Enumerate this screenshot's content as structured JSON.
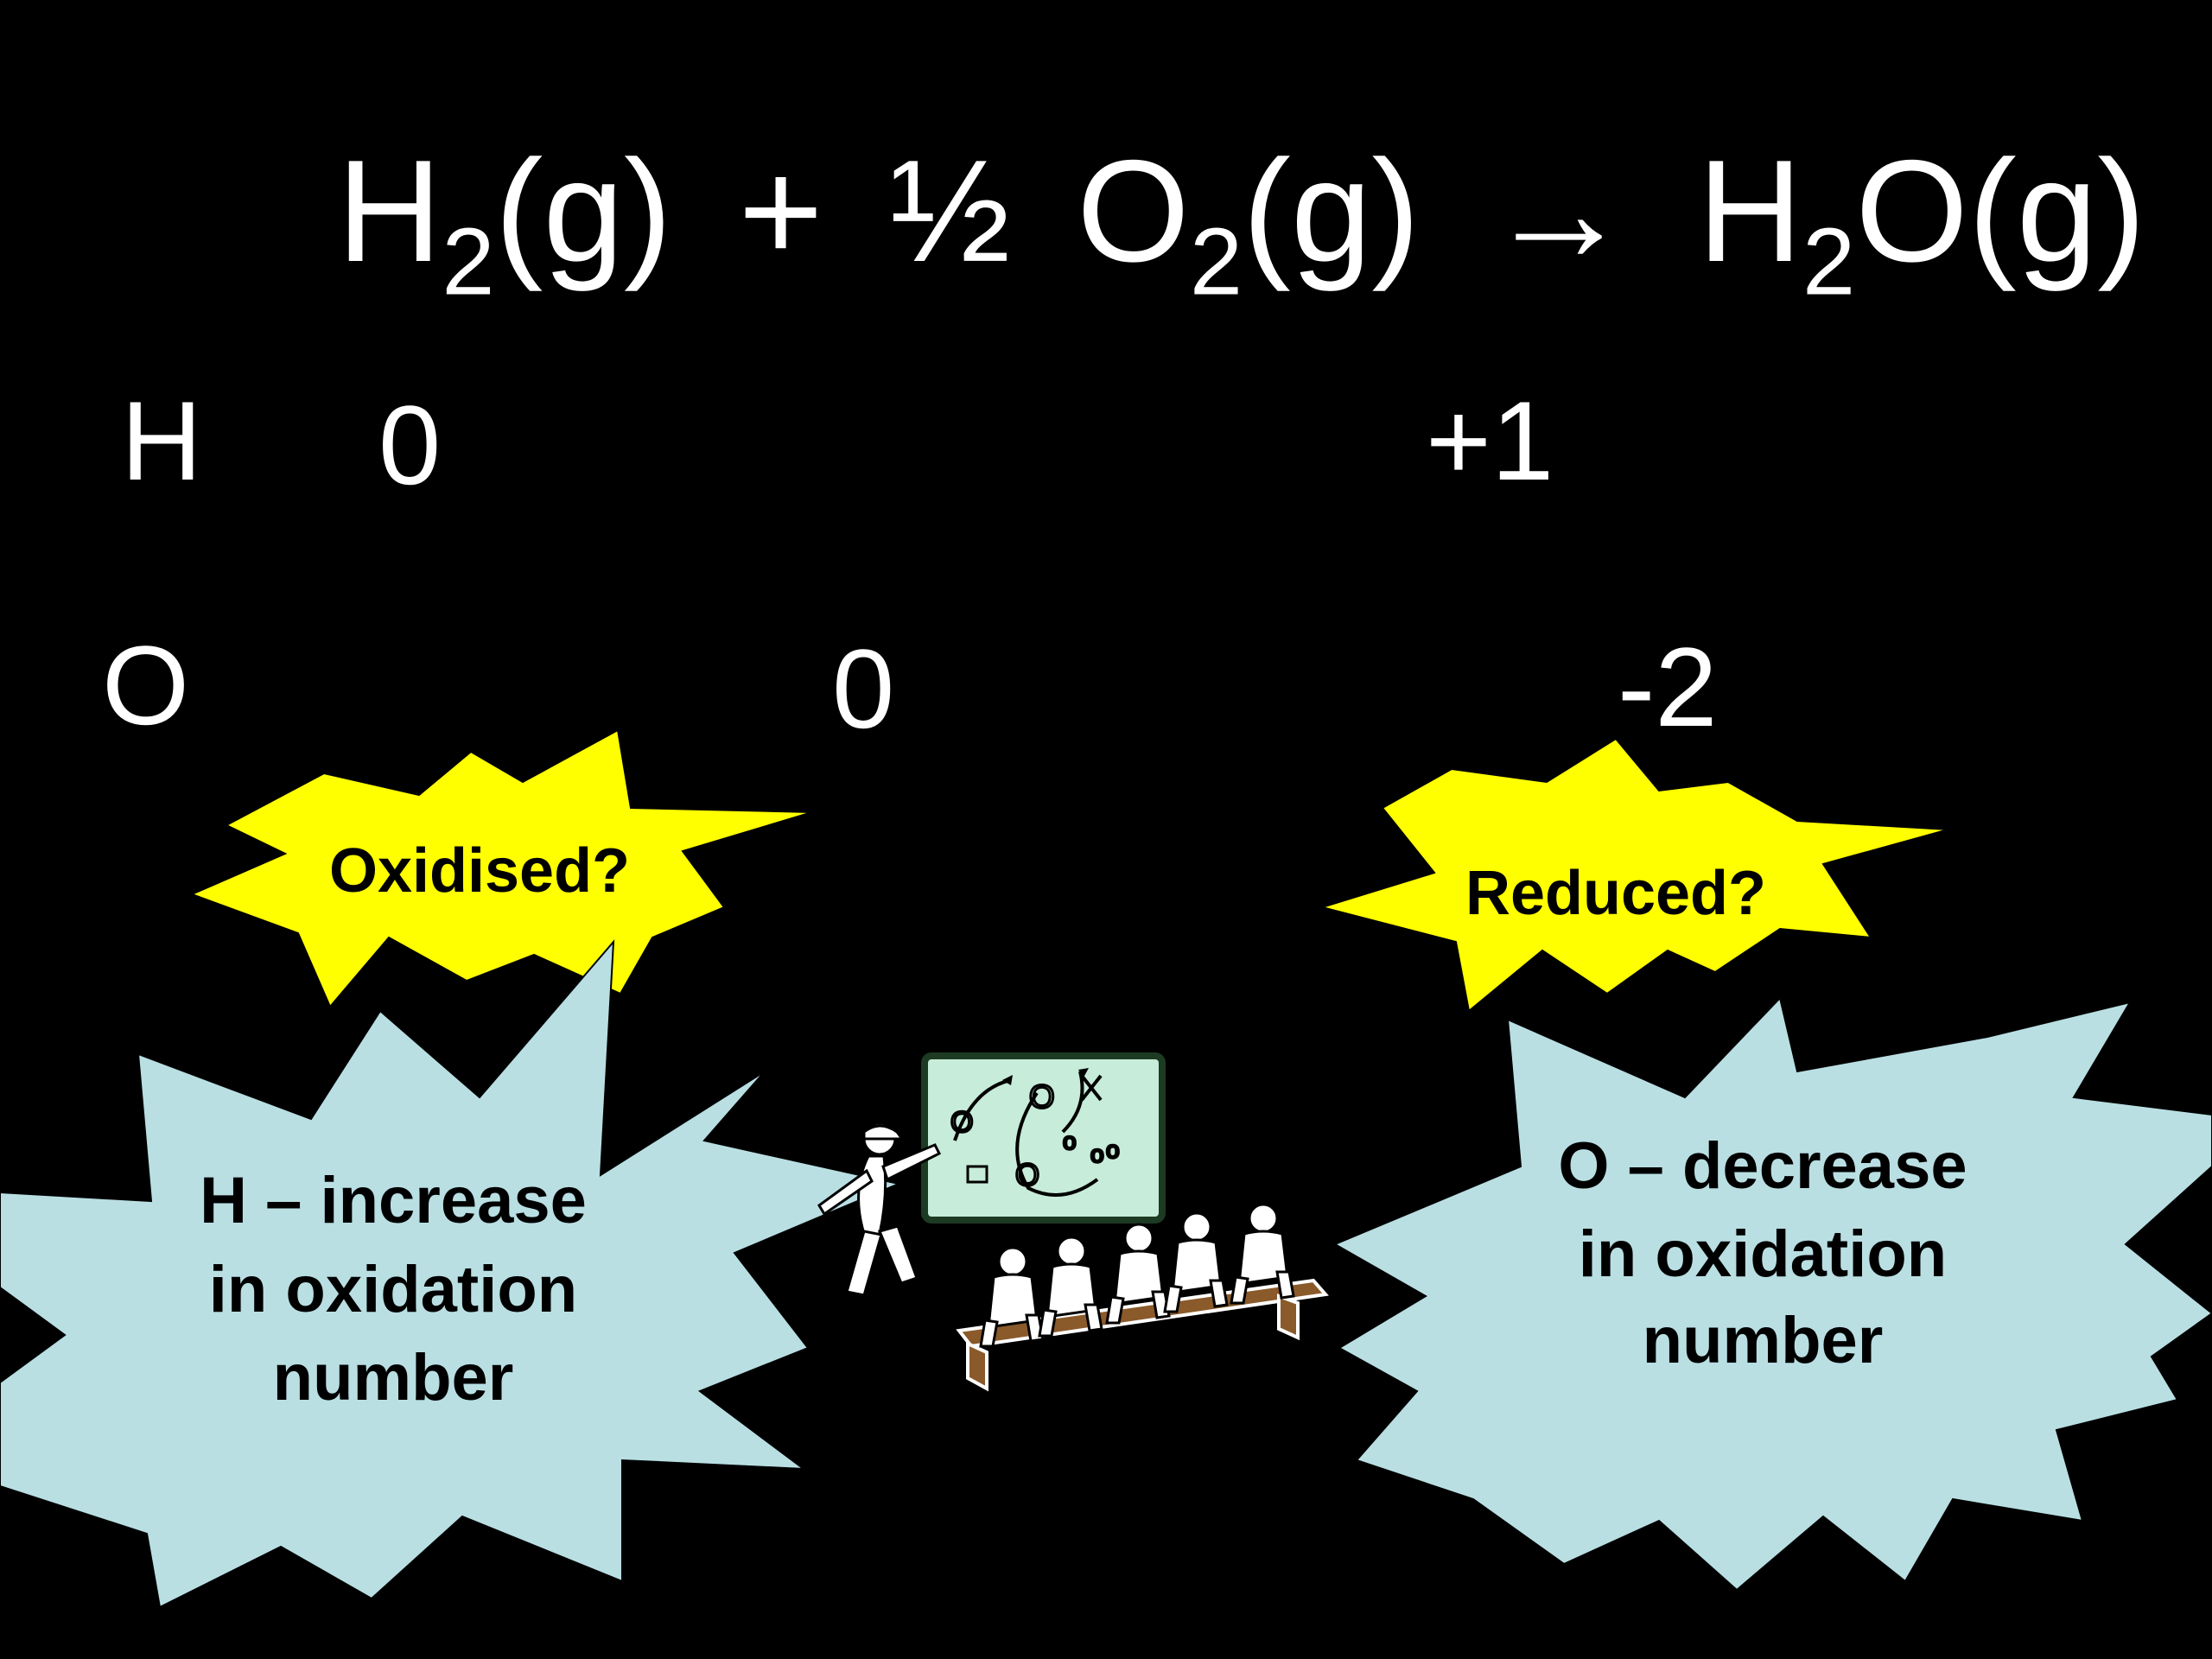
{
  "equation": {
    "h_sym": "H",
    "sub2": "2",
    "g_paren": "(g)",
    "plus": "+",
    "half": "½",
    "o_sym": "O",
    "arrow": "→",
    "product_o": "O"
  },
  "oxidation": {
    "h_label": "H",
    "h_reactant": "0",
    "h_product": "+1",
    "o_label": "O",
    "o_reactant": "0",
    "o_product": "-2"
  },
  "bursts": {
    "oxidised": "Oxidised?",
    "reduced": "Reduced?",
    "h_line1": "H – increase",
    "h_line2": "in oxidation",
    "h_line3": "number",
    "o_line1": "O – decrease",
    "o_line2": "in oxidation",
    "o_line3": "number"
  },
  "colors": {
    "background": "#000000",
    "yellow_burst": "#ffff00",
    "blue_burst": "#b9dfe3",
    "board": "#c7ecd9",
    "bench": "#8a5a2b"
  },
  "clipart": {
    "board_marks": [
      "O",
      "O",
      "X",
      "o",
      "o",
      "o",
      "O"
    ]
  }
}
